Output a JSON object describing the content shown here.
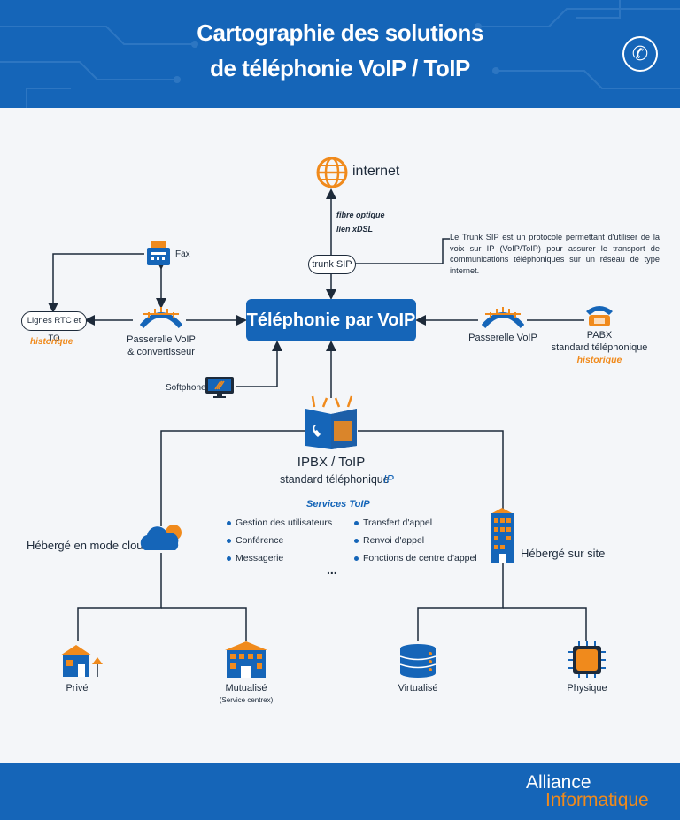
{
  "header": {
    "title_line1": "Cartographie des solutions",
    "title_line2": "de téléphonie VoIP / ToIP",
    "phone_icon": "phone-icon"
  },
  "nodes": {
    "internet": "internet",
    "fibre": "fibre optique",
    "xdsl": "lien xDSL",
    "trunk": "trunk SIP",
    "trunk_note": "Le Trunk SIP est un protocole permettant d'utiliser de la voix sur IP (VoIP/ToIP) pour assurer le transport de communications téléphoniques sur un réseau de type internet.",
    "fax": "Fax",
    "lignes": "Lignes RTC et TO",
    "historique": "historique",
    "passerelle_left_1": "Passerelle VoIP",
    "passerelle_left_2": "& convertisseur",
    "main": "Téléphonie par VoIP",
    "passerelle_right": "Passerelle VoIP",
    "pabx": "PABX",
    "pabx_sub": "standard téléphonique",
    "pabx_hist": "historique",
    "softphone": "Softphone",
    "ipbx": "IPBX  / ToIP",
    "ipbx_sub": "standard téléphonique",
    "ipbx_ip": "IP",
    "services_title": "Services ToIP",
    "services_left": [
      "Gestion des utilisateurs",
      "Conférence",
      "Messagerie"
    ],
    "services_right": [
      "Transfert d'appel",
      "Renvoi d'appel",
      "Fonctions de centre d'appel"
    ],
    "ellipsis": "...",
    "cloud": "Hébergé en mode cloud",
    "site": "Hébergé sur site",
    "prive": "Privé",
    "mutualise": "Mutualisé",
    "mutualise_sub": "(Service centrex)",
    "virtualise": "Virtualisé",
    "physique": "Physique"
  },
  "footer": {
    "brand_line1": "Alliance",
    "brand_line2": "Informatique"
  },
  "colors": {
    "primary": "#1565b8",
    "accent": "#f08a1c",
    "text": "#1d2a3a"
  }
}
